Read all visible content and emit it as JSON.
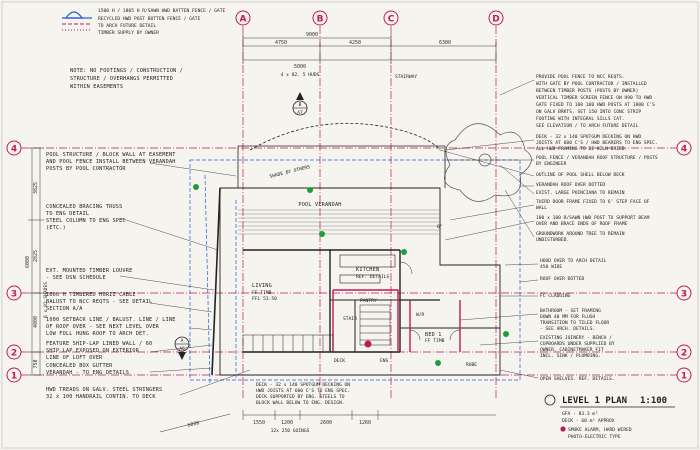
{
  "legend": {
    "lines": [
      "1500 H / 1805 H R/SAWN HWD BATTEN FENCE / GATE",
      "RECYCLED HWD POST BOTTEN FENCE / GATE",
      "TO ARCH FUTURE DETAIL",
      "TIMBER SUPPLY BY OWNER"
    ]
  },
  "grid": {
    "columns": [
      "A",
      "B",
      "C",
      "D"
    ],
    "rows": [
      "4",
      "3",
      "2",
      "1"
    ]
  },
  "dims": {
    "overall_top": "9000",
    "top_a": "4750",
    "top_b": "4250",
    "top_c": "6300",
    "second_1": "5000",
    "second_2": "4 x 82. 5 HUDS",
    "stairs": "STAIRWAY",
    "bottom": [
      "1550",
      "1200",
      "2600",
      "1260"
    ],
    "bottom_sub": "12x 250 GOINGS",
    "left_a": "6000",
    "left_b": "3825",
    "left_c": "750",
    "left_d": "4000",
    "left_e": "2825",
    "left_f": "6 x 82 SHADES",
    "shade_dim": "6000"
  },
  "notes": {
    "easements": [
      "NOTE: NO FOOTINGS / CONSTRUCTION /",
      "STRUCTURE / OVERHANGS PERMITTED",
      "WITHIN EASEMENTS"
    ],
    "pool_structure": [
      "POOL STRUCTURE / BLOCK WALL AT EASEMENT",
      "AND POOL FENCE INSTALL BETWEEN VERANDAH",
      "POSTS BY POOL CONTRACTOR"
    ],
    "concealed_trusses": [
      "CONCEALED BRACING TRUSS",
      "TO ENG DETAIL",
      "STEEL COLUMN TO ENG SPEC",
      "(ETC.)"
    ],
    "ext_shutters": [
      "EXT. MOUNTED TIMBER LOUVRE",
      "- SEE DSN SCHEDULE"
    ],
    "handrail_left": [
      "1000 H TIMBERED HORIZ CABLE",
      "BALUST TO NCC REQTS - SEE DETAIL",
      "SECTION A/A"
    ],
    "setback": [
      "1000 SETBACK LINE / BALUST. LINE / LINE",
      "OF ROOF OVER - SEE NEXT LEVEL OVER",
      "LOW FOLL HUNG ROOF TO ARCH DET."
    ],
    "feature_ship": [
      "FEATURE SHIP-LAP LINED WALL / 60",
      "SHIP LAP EXPOSED ON EXTERIOR",
      "LINE OF LOFT OVER"
    ],
    "concealed_gutter": [
      "CONCEALED BOX GUTTER",
      "VERANDAH - TO ENG DETAILS"
    ],
    "hwd_treads": [
      "HWD TREADS ON GALV. STEEL STRINGERS",
      "32 x 100 HANDRAIL CONTIN. TO DECK"
    ],
    "right_pool_fence": [
      "PROVIDE POOL FENCE TO NCC REQTS.",
      "WITH GATE BY POOL CONTRACTOR / INSTALLED",
      "BETWEEN TIMBER POSTS (POSTS BY OWNER)",
      "VERTICAL TIMBER SCREEN FENCE ON H90 TO HWD",
      "GATE FIXED TO 100 100 HWD POSTS AT 1800 C'S",
      "ON GALV BRKTS. SET 150 INTO CONC STRIP",
      "FOOTING WITH INTEGRAL SILLS CAT.",
      "SEE ELEVATION / TO ARCH FUTURE DETAIL"
    ],
    "right_deck": [
      "DECK - 32 x 140 SPOTGUM DECKING ON HWD",
      "JOISTS AT 600 C'S / HWD BEARERS TO ENG SPEC.",
      "ALL HWD FRAMING TO BE KILN DRIED."
    ],
    "right_pool_posts": [
      "POOL FENCE / VERANDAH ROOF STRUCTURE / POSTS",
      "BY ENGINEER"
    ],
    "right_outline": "OUTLINE OF POOL SHELL BELOW DECK",
    "right_roof_over": "VERANDAH ROOF OVER DOTTED",
    "right_tree": "EXIST. LARGE POINCIANA TO REMAIN",
    "right_third": [
      "THIRD DOOR FRAME FIXED TO 6' STEP FACE OF",
      "WALL"
    ],
    "right_hwd_post": [
      "100 x 100 R/SAWN HWD POST TO SUPPORT BEAM",
      "OVER AND BRACE ENDS OF ROOF FRAME"
    ],
    "right_ground": [
      "GROUNDWORK AROUND TREE TO REMAIN",
      "UNDISTURBED."
    ],
    "right_hood": [
      "HOOD OVER TO ARCH DETAIL",
      "450 WIDE"
    ],
    "right_roof_dotted": "ROOF OVER DOTTED",
    "right_cladding": "FC CLADDING",
    "right_bathroom": [
      "BATHROOM - SET FRAMING",
      "DOWN 40 MM FOR FLUSH",
      "TRANSITION TO TILED FLOOR",
      "- SEE ARCH. DETAILS."
    ],
    "right_existing": [
      "EXISTING JOINERY - BENCH /",
      "CUPBOARDS UNDER SUPPLIED BY",
      "OWNER. CABINETMAKER FIT",
      "INCL. SINK / PLUMBING."
    ],
    "right_open_shelves": "OPEN SHELVES. REF. DETAILS.",
    "bottom_deck": [
      "DECK - 32 x 140 SPOTGUM DECKING ON",
      "HWD JOISTS AT 600 C'S TO ENG SPEC.",
      "DECK SUPPORTED BY ENG. STEELS TO",
      "BLOCK WALL BELOW TO ENG. DESIGN."
    ],
    "shade_by_others": "SHADE BY OTHERS"
  },
  "rooms": {
    "pool_verandah": "POOL VERANDAH",
    "kitchen": "KITCHEN",
    "kitchen_sub": "REF. DETAILS",
    "living": "LIVING",
    "living_sub1": "FF TIMB",
    "living_sub2": "FFL 53.50",
    "pantry": "PANTRY",
    "stair": "STAIR",
    "bed": "BED 1",
    "bed_sub": "FF TIMB",
    "deck": "DECK",
    "robe": "ROBE",
    "wir": "W/R",
    "ens": "ENS"
  },
  "markers": {
    "section_top": "B",
    "section_top_sub": "A7",
    "section_bottom": "A",
    "section_bottom_sub": "A6",
    "angle": "6°"
  },
  "title_block": {
    "title": "LEVEL 1 PLAN",
    "scale": "1:100",
    "gfa": "GFA - 83.3 m²",
    "deck_area": "DECK - 60 m² APPROX",
    "legend_smoke": "SMOKE ALARM, HARD WIRED",
    "legend_photo": "PHOTO-ELECTRIC TYPE"
  },
  "colors": {
    "grid": "#c2185b",
    "ink": "#222222",
    "paper": "#f4f2ec",
    "blue": "#2a5bd7",
    "green": "#1f9d3a"
  }
}
